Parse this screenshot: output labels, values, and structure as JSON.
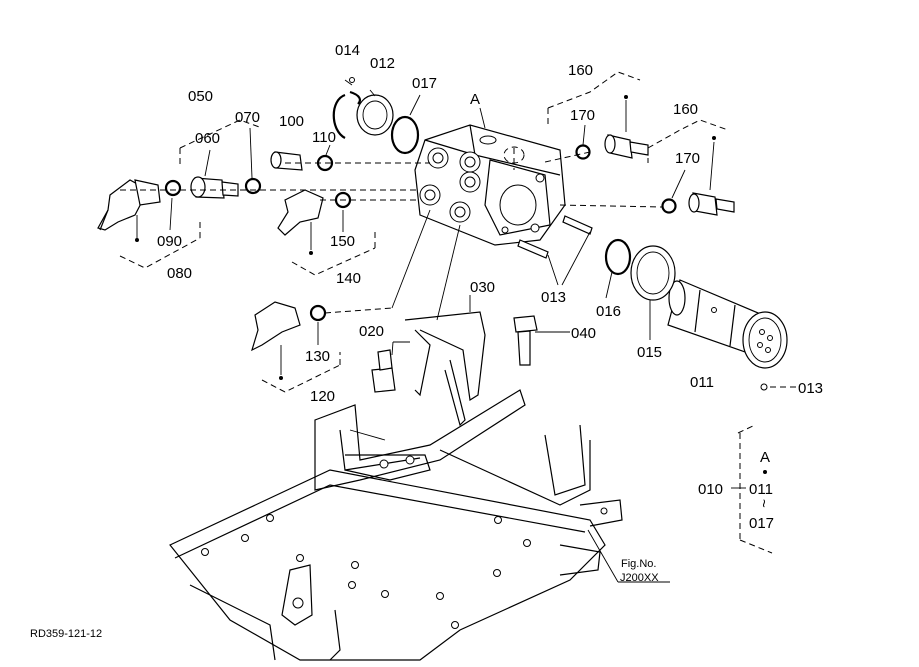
{
  "labels": {
    "p014": "014",
    "p012": "012",
    "p017": "017",
    "pA": "A",
    "p050": "050",
    "p060": "060",
    "p070": "070",
    "p100": "100",
    "p110": "110",
    "p160a": "160",
    "p170a": "170",
    "p160b": "160",
    "p170b": "170",
    "p090": "090",
    "p080": "080",
    "p150": "150",
    "p140": "140",
    "p013a": "013",
    "p016": "016",
    "p015": "015",
    "p030": "030",
    "p040": "040",
    "p020": "020",
    "p130": "130",
    "p120": "120",
    "p011": "011",
    "p013b": "013"
  },
  "legend": {
    "letter": "A",
    "range_ref": "010",
    "range_start": "011",
    "range_tilde": "~",
    "range_end": "017"
  },
  "fig_ref": {
    "line1": "Fig.No.",
    "line2": "J200XX"
  },
  "doc_code": "RD359-121-12"
}
